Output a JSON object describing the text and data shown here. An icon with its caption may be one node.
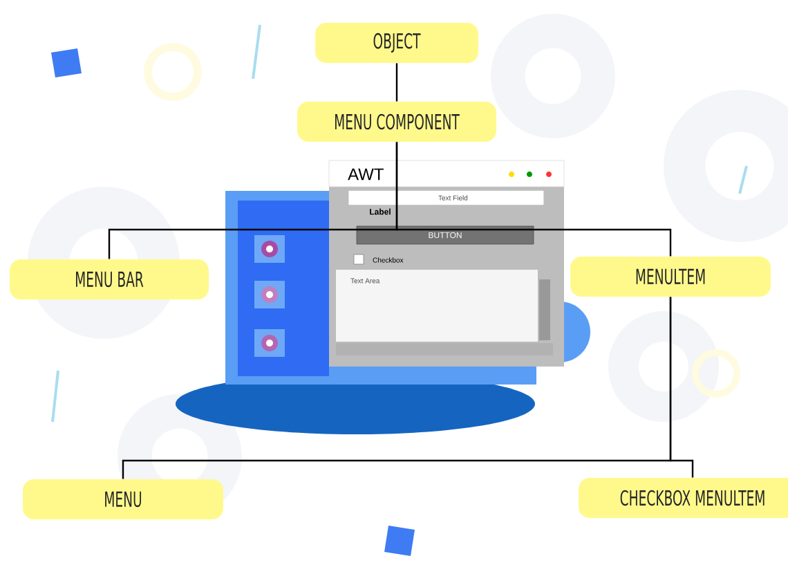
{
  "diagram": {
    "nodes": [
      {
        "text": [
          "OBJECT"
        ]
      },
      {
        "text": [
          "MENU COMPONENT"
        ]
      },
      {
        "text": [
          "MENU BAR"
        ]
      },
      {
        "text": [
          "MENULTEM"
        ]
      },
      {
        "text": [
          "MENU"
        ]
      },
      {
        "text": [
          "CHECKBOX MENULTEM"
        ]
      }
    ],
    "edges": [
      {
        "from": 0,
        "to": 1,
        "arrow": "none"
      },
      {
        "from": 1,
        "to": 2,
        "arrow": "none"
      },
      {
        "from": 1,
        "to": 3,
        "arrow": "none"
      },
      {
        "from": 3,
        "to": 4,
        "arrow": "none"
      },
      {
        "from": 3,
        "to": 5,
        "arrow": "none"
      }
    ],
    "labels": [
      "AWT",
      "Text Field",
      "Label",
      "BUTTON",
      "Checkbox",
      "Text Area"
    ]
  }
}
